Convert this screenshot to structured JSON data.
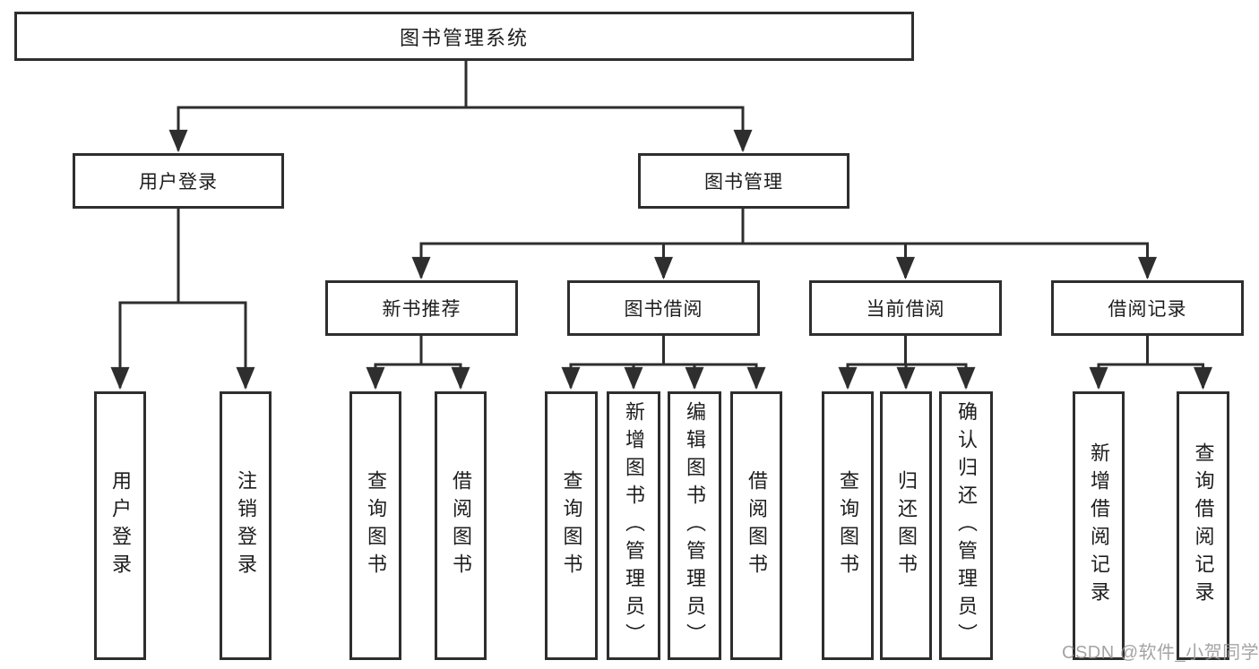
{
  "tree": {
    "root": {
      "label": "图书管理系统",
      "children": [
        {
          "label": "用户登录",
          "children": [
            {
              "label": "用户登录"
            },
            {
              "label": "注销登录"
            }
          ]
        },
        {
          "label": "图书管理",
          "children": [
            {
              "label": "新书推荐",
              "children": [
                {
                  "label": "查询图书"
                },
                {
                  "label": "借阅图书"
                }
              ]
            },
            {
              "label": "图书借阅",
              "children": [
                {
                  "label": "查询图书"
                },
                {
                  "label": "新增图书（管理员）"
                },
                {
                  "label": "编辑图书（管理员）"
                },
                {
                  "label": "借阅图书"
                }
              ]
            },
            {
              "label": "当前借阅",
              "children": [
                {
                  "label": "查询图书"
                },
                {
                  "label": "归还图书"
                },
                {
                  "label": "确认归还（管理员）"
                }
              ]
            },
            {
              "label": "借阅记录",
              "children": [
                {
                  "label": "新增借阅记录"
                },
                {
                  "label": "查询借阅记录"
                }
              ]
            }
          ]
        }
      ]
    }
  },
  "watermark": "CSDN @软件_小贺同学",
  "colors": {
    "line": "#2e2e2e",
    "box_border": "#2e2e2e",
    "text": "#1d1d1d",
    "watermark": "#949494",
    "background": "#ffffff"
  }
}
